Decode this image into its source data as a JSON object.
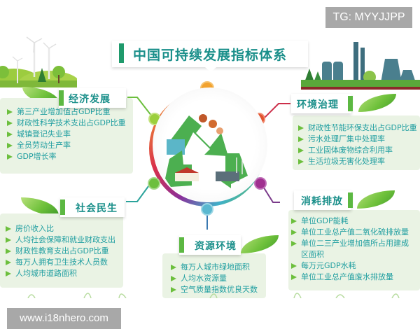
{
  "title": "中国可持续发展指标体系",
  "watermarks": {
    "top_right": "TG: MYYJJPP",
    "bottom_left": "www.i18nhero.com"
  },
  "colors": {
    "title_text": "#1a8f8a",
    "title_bar": "#1f9a6c",
    "item_text": "#1f9ea0",
    "bullet": "#6cbf3d",
    "panel_bg": "#eaf3e4",
    "ring_top": "#f29a2e",
    "ring_right": "#cc2f4a",
    "ring_bottom": "#3fb0c8",
    "ring_left": "#6cbf3d"
  },
  "categories": [
    {
      "id": "economy",
      "label": "经济发展",
      "items": [
        "第三产业增加值占GDP比重",
        "财政性科学技术支出占GDP比重",
        "城镇登记失业率",
        "全员劳动生产率",
        "GDP增长率"
      ]
    },
    {
      "id": "environment",
      "label": "环境治理",
      "items": [
        "财政性节能环保支出占GDP比重",
        "污水处理厂集中处理率",
        "工业固体废物综合利用率",
        "生活垃圾无害化处理率"
      ]
    },
    {
      "id": "society",
      "label": "社会民生",
      "items": [
        "房价收入比",
        "人均社会保障和就业财政支出",
        "财政性教育支出占GDP比重",
        "每万人拥有卫生技术人员数",
        "人均城市道路面积"
      ]
    },
    {
      "id": "emission",
      "label": "消耗排放",
      "items": [
        "单位GDP能耗",
        "单位工业总产值二氧化硫排放量",
        "单位二三产业增加值所占用建成区面积",
        "每万元GDP水耗",
        "单位工业总产值废水排放量"
      ]
    },
    {
      "id": "resources",
      "label": "资源环境",
      "items": [
        "每万人城市绿地面积",
        "人均水资源量",
        "空气质量指数优良天数"
      ]
    }
  ],
  "center": {
    "icon": "recycle-arrows-icon"
  }
}
